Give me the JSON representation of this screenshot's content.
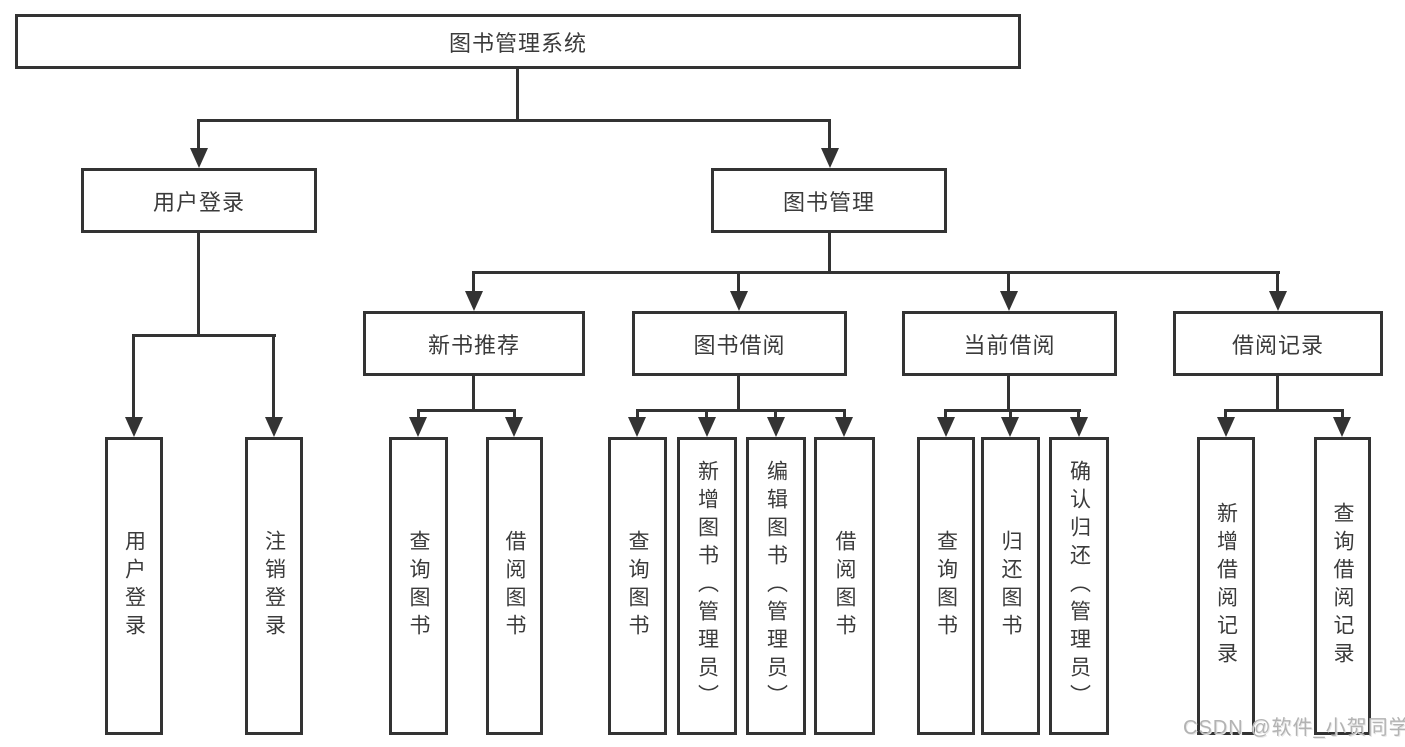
{
  "nodes": {
    "root": "图书管理系统",
    "user_login": "用户登录",
    "book_management": "图书管理",
    "new_book_recommend": "新书推荐",
    "book_borrow": "图书借阅",
    "current_borrow": "当前借阅",
    "borrow_records": "借阅记录",
    "leaf_user_login": "用户登录",
    "leaf_logout": "注销登录",
    "rec_query_book": "查询图书",
    "rec_borrow_book": "借阅图书",
    "bb_query_book": "查询图书",
    "bb_add_book": "新增图书（管理员）",
    "bb_edit_book": "编辑图书（管理员）",
    "bb_borrow_book": "借阅图书",
    "cb_query_book": "查询图书",
    "cb_return_book": "归还图书",
    "cb_confirm_return": "确认归还（管理员）",
    "br_add_record": "新增借阅记录",
    "br_query_record": "查询借阅记录"
  },
  "structure": {
    "图书管理系统": {
      "用户登录": [
        "用户登录",
        "注销登录"
      ],
      "图书管理": {
        "新书推荐": [
          "查询图书",
          "借阅图书"
        ],
        "图书借阅": [
          "查询图书",
          "新增图书（管理员）",
          "编辑图书（管理员）",
          "借阅图书"
        ],
        "当前借阅": [
          "查询图书",
          "归还图书",
          "确认归还（管理员）"
        ],
        "借阅记录": [
          "新增借阅记录",
          "查询借阅记录"
        ]
      }
    }
  },
  "watermark": "CSDN @软件_小贺同学",
  "colors": {
    "line": "#333333",
    "text": "#3b3b3b",
    "watermark": "#b3b3b3",
    "background": "#ffffff"
  }
}
